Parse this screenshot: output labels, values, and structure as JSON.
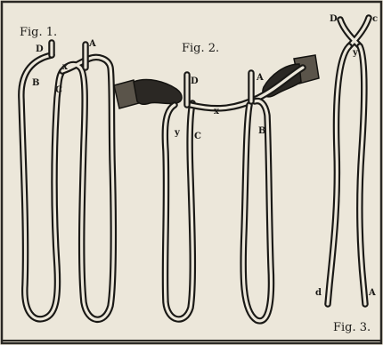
{
  "figures": {
    "fig1": {
      "caption": "Fig. 1.",
      "letters": {
        "D": "D",
        "A": "A",
        "B": "B",
        "C": "C",
        "x": "x"
      }
    },
    "fig2": {
      "caption": "Fig. 2.",
      "letters": {
        "A": "A",
        "B": "B",
        "C": "C",
        "D": "D",
        "x": "x",
        "y": "y"
      }
    },
    "fig3": {
      "caption": "Fig. 3.",
      "letters": {
        "D": "D",
        "c": "c",
        "d": "d",
        "A": "A",
        "y": "y"
      }
    }
  }
}
